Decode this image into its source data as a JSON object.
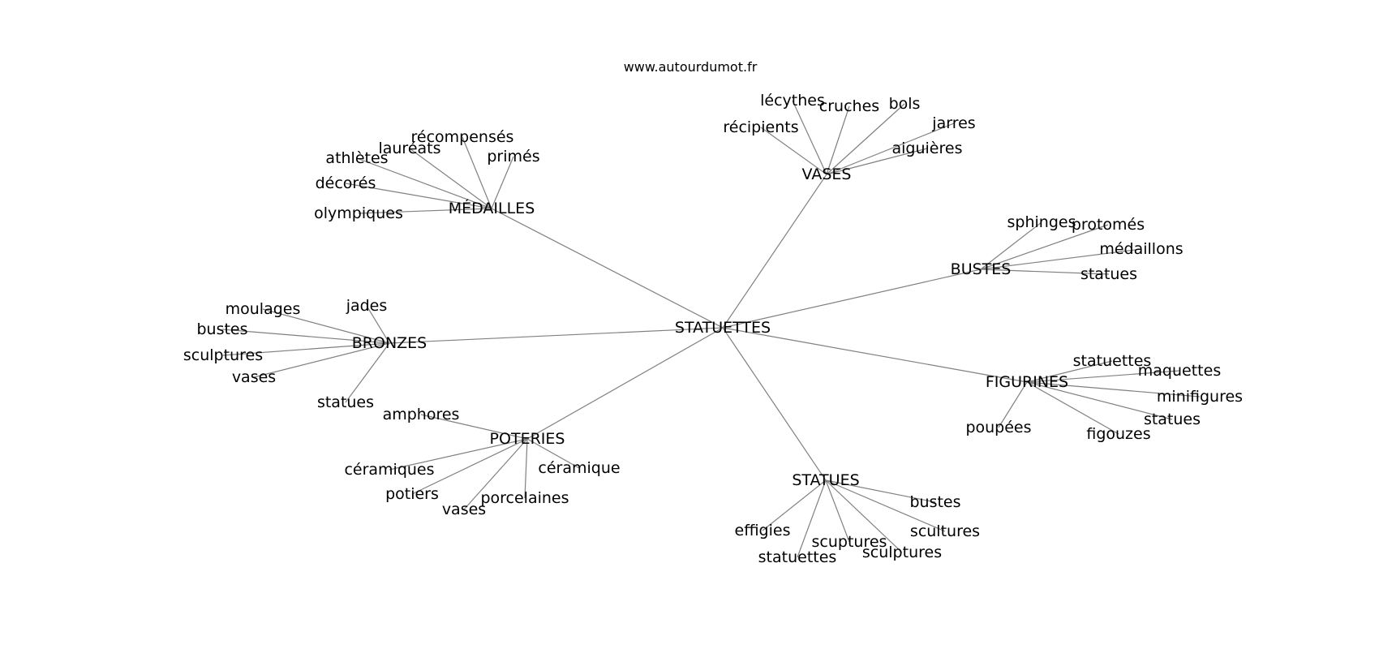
{
  "source_label": "www.autourdumot.fr",
  "graph": {
    "center": "STATUETTES",
    "nodes": [
      {
        "id": "STATUETTES",
        "label": "STATUETTES"
      },
      {
        "id": "MEDAILLES",
        "label": "MÉDAILLES"
      },
      {
        "id": "VASES",
        "label": "VASES"
      },
      {
        "id": "BUSTES",
        "label": "BUSTES"
      },
      {
        "id": "BRONZES",
        "label": "BRONZES"
      },
      {
        "id": "FIGURINES",
        "label": "FIGURINES"
      },
      {
        "id": "POTERIES",
        "label": "POTERIES"
      },
      {
        "id": "STATUES",
        "label": "STATUES"
      },
      {
        "id": "m_recompenses",
        "label": "récompensés"
      },
      {
        "id": "m_laureats",
        "label": "lauréats"
      },
      {
        "id": "m_athletes",
        "label": "athlètes"
      },
      {
        "id": "m_primes",
        "label": "primés"
      },
      {
        "id": "m_decores",
        "label": "décorés"
      },
      {
        "id": "m_olympiques",
        "label": "olympiques"
      },
      {
        "id": "v_lecythes",
        "label": "lécythes"
      },
      {
        "id": "v_cruches",
        "label": "cruches"
      },
      {
        "id": "v_bols",
        "label": "bols"
      },
      {
        "id": "v_jarres",
        "label": "jarres"
      },
      {
        "id": "v_recipients",
        "label": "récipients"
      },
      {
        "id": "v_aiguieres",
        "label": "aiguières"
      },
      {
        "id": "bu_sphinges",
        "label": "sphinges"
      },
      {
        "id": "bu_protomes",
        "label": "protomés"
      },
      {
        "id": "bu_medaillons",
        "label": "médaillons"
      },
      {
        "id": "bu_statues",
        "label": "statues"
      },
      {
        "id": "br_moulages",
        "label": "moulages"
      },
      {
        "id": "br_jades",
        "label": "jades"
      },
      {
        "id": "br_bustes",
        "label": "bustes"
      },
      {
        "id": "br_sculptures",
        "label": "sculptures"
      },
      {
        "id": "br_vases",
        "label": "vases"
      },
      {
        "id": "br_statues",
        "label": "statues"
      },
      {
        "id": "f_statuettes",
        "label": "statuettes"
      },
      {
        "id": "f_maquettes",
        "label": "maquettes"
      },
      {
        "id": "f_minifigures",
        "label": "minifigures"
      },
      {
        "id": "f_statues",
        "label": "statues"
      },
      {
        "id": "f_poupees",
        "label": "poupées"
      },
      {
        "id": "f_figouzes",
        "label": "figouzes"
      },
      {
        "id": "p_amphores",
        "label": "amphores"
      },
      {
        "id": "p_ceramiques",
        "label": "céramiques"
      },
      {
        "id": "p_ceramique",
        "label": "céramique"
      },
      {
        "id": "p_potiers",
        "label": "potiers"
      },
      {
        "id": "p_porcelaines",
        "label": "porcelaines"
      },
      {
        "id": "p_vases",
        "label": "vases"
      },
      {
        "id": "s_bustes",
        "label": "bustes"
      },
      {
        "id": "s_effigies",
        "label": "effigies"
      },
      {
        "id": "s_scultures",
        "label": "scultures"
      },
      {
        "id": "s_scuptures",
        "label": "scuptures"
      },
      {
        "id": "s_sculptures",
        "label": "sculptures"
      },
      {
        "id": "s_statuettes",
        "label": "statuettes"
      }
    ],
    "edges": [
      [
        "STATUETTES",
        "MEDAILLES"
      ],
      [
        "STATUETTES",
        "VASES"
      ],
      [
        "STATUETTES",
        "BUSTES"
      ],
      [
        "STATUETTES",
        "BRONZES"
      ],
      [
        "STATUETTES",
        "FIGURINES"
      ],
      [
        "STATUETTES",
        "POTERIES"
      ],
      [
        "STATUETTES",
        "STATUES"
      ],
      [
        "MEDAILLES",
        "m_recompenses"
      ],
      [
        "MEDAILLES",
        "m_laureats"
      ],
      [
        "MEDAILLES",
        "m_athletes"
      ],
      [
        "MEDAILLES",
        "m_primes"
      ],
      [
        "MEDAILLES",
        "m_decores"
      ],
      [
        "MEDAILLES",
        "m_olympiques"
      ],
      [
        "VASES",
        "v_lecythes"
      ],
      [
        "VASES",
        "v_cruches"
      ],
      [
        "VASES",
        "v_bols"
      ],
      [
        "VASES",
        "v_jarres"
      ],
      [
        "VASES",
        "v_recipients"
      ],
      [
        "VASES",
        "v_aiguieres"
      ],
      [
        "BUSTES",
        "bu_sphinges"
      ],
      [
        "BUSTES",
        "bu_protomes"
      ],
      [
        "BUSTES",
        "bu_medaillons"
      ],
      [
        "BUSTES",
        "bu_statues"
      ],
      [
        "BRONZES",
        "br_moulages"
      ],
      [
        "BRONZES",
        "br_jades"
      ],
      [
        "BRONZES",
        "br_bustes"
      ],
      [
        "BRONZES",
        "br_sculptures"
      ],
      [
        "BRONZES",
        "br_vases"
      ],
      [
        "BRONZES",
        "br_statues"
      ],
      [
        "FIGURINES",
        "f_statuettes"
      ],
      [
        "FIGURINES",
        "f_maquettes"
      ],
      [
        "FIGURINES",
        "f_minifigures"
      ],
      [
        "FIGURINES",
        "f_statues"
      ],
      [
        "FIGURINES",
        "f_poupees"
      ],
      [
        "FIGURINES",
        "f_figouzes"
      ],
      [
        "POTERIES",
        "p_amphores"
      ],
      [
        "POTERIES",
        "p_ceramiques"
      ],
      [
        "POTERIES",
        "p_ceramique"
      ],
      [
        "POTERIES",
        "p_potiers"
      ],
      [
        "POTERIES",
        "p_porcelaines"
      ],
      [
        "POTERIES",
        "p_vases"
      ],
      [
        "STATUES",
        "s_bustes"
      ],
      [
        "STATUES",
        "s_effigies"
      ],
      [
        "STATUES",
        "s_scultures"
      ],
      [
        "STATUES",
        "s_scuptures"
      ],
      [
        "STATUES",
        "s_sculptures"
      ],
      [
        "STATUES",
        "s_statuettes"
      ]
    ]
  }
}
